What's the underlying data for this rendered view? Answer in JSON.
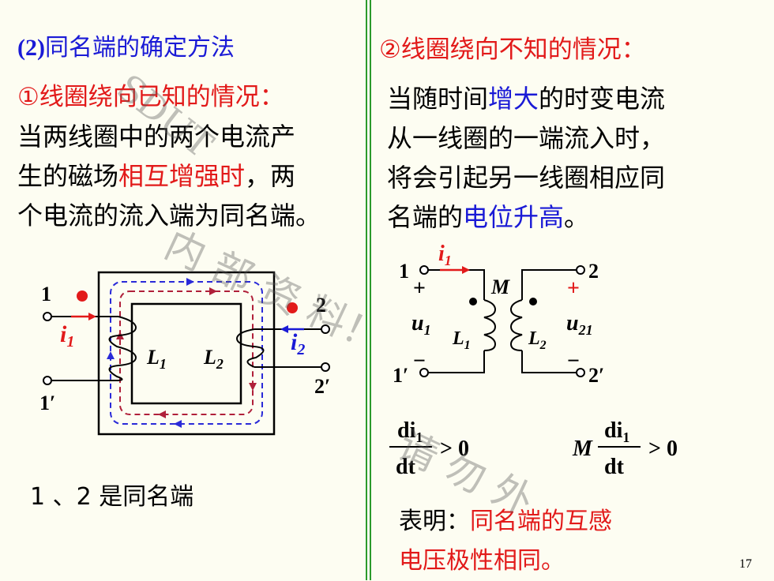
{
  "left": {
    "section_number": "(2)",
    "section_title": "同名端的确定方法",
    "case1_title": "①线圈绕向已知的情况：",
    "para_lines": [
      "当两线圈中的两个电流产",
      "生的磁场",
      "，两",
      "个电流的流入端为同名端。"
    ],
    "para_highlight": "相互增强时",
    "caption": "1 、2 是同名端"
  },
  "right": {
    "case2_title": "②线圈绕向不知的情况：",
    "para_line1_a": "当随时间",
    "para_line1_hl": "增大",
    "para_line1_b": "的时变电流",
    "para_line2": "从一线圈的一端流入时，",
    "para_line3": "将会引起另一线圈相应同",
    "para_line4_a": "名端的",
    "para_line4_hl": "电位升高",
    "para_line4_b": "。",
    "conclusion_label": "表明：",
    "conclusion_line1": "同名端的互感",
    "conclusion_line2": "电压极性相同。"
  },
  "diagram1": {
    "t1": "1",
    "t1p": "1′",
    "t2": "2",
    "t2p": "2′",
    "i1": "i",
    "i1_sub": "1",
    "i2": "i",
    "i2_sub": "2",
    "L1": "L",
    "L1_sub": "1",
    "L2": "L",
    "L2_sub": "2"
  },
  "diagram2": {
    "t1": "1",
    "t1p": "1′",
    "t2": "2",
    "t2p": "2′",
    "i1": "i",
    "i1_sub": "1",
    "M": "M",
    "u1": "u",
    "u1_sub": "1",
    "u21": "u",
    "u21_sub": "21",
    "L1": "L",
    "L1_sub": "1",
    "L2": "L",
    "L2_sub": "2",
    "plus": "+",
    "minus": "−"
  },
  "formulas": {
    "f1_num": "di",
    "f1_num_sub": "1",
    "f1_den": "dt",
    "f1_rel": "> 0",
    "f2_coef": "M",
    "f2_num": "di",
    "f2_num_sub": "1",
    "f2_den": "dt",
    "f2_rel": "> 0"
  },
  "watermark": {
    "w1": "SDUT",
    "w2": "内 部 资 料！",
    "w3": "请 勿 外"
  },
  "page_number": "17",
  "colors": {
    "blue": "#1a1ad6",
    "red": "#e21a1a",
    "divider": "#2b9a2b",
    "flux_blue": "#2a2ad8",
    "flux_red": "#b0203a"
  }
}
